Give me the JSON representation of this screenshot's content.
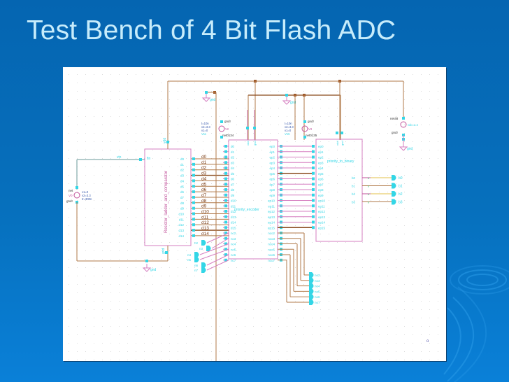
{
  "slide": {
    "title": "Test Bench of 4 Bit Flash ADC"
  },
  "colors": {
    "background": "#0670bd",
    "title_text": "#c7ecfb",
    "canvas": "#ffffff",
    "wire": "#b07a4a",
    "bus_wire": "#8a4a1c",
    "symbol_outline": "#d67fc0",
    "pin": "#33d6e6",
    "instance_text": "#c0509a",
    "net_label": "#7a3b12"
  },
  "schematic": {
    "blocks": {
      "resistor_ladder": {
        "name": "Resistor_ladder_and_comparator",
        "input_pin": "fin",
        "supply_pin": "vdd",
        "ground_pin": "gnd",
        "output_pins": [
          "d0",
          "d1",
          "d2",
          "d3",
          "d4",
          "d5",
          "d6",
          "d7",
          "d8",
          "d9",
          "d10",
          "d11",
          "d12",
          "d13",
          "d14"
        ]
      },
      "priority_encoder": {
        "name": "priority_encoder",
        "top_pins": [
          "vdd",
          "gnd"
        ],
        "input_pins": [
          "d0",
          "d1",
          "d2",
          "d3",
          "d4",
          "d5",
          "d6",
          "d7",
          "d8",
          "d9",
          "d10",
          "d11",
          "d12",
          "d13",
          "d14",
          "d15",
          "nc2",
          "nc3",
          "nc4",
          "nc5",
          "nc6",
          "nc7"
        ],
        "output_pins": [
          "ep0",
          "ep1",
          "ep2",
          "ep3",
          "ep4",
          "ep5",
          "ep6",
          "ep7",
          "ep8",
          "ep9",
          "ep10",
          "ep11",
          "ep12",
          "ep13",
          "ep14",
          "ep15",
          "nco2",
          "nco3",
          "nco4",
          "nco5",
          "nco6",
          "nco7"
        ]
      },
      "priority_to_binary": {
        "name": "priority_to_binary",
        "top_pins": [
          "vdd",
          "gnd"
        ],
        "input_pins": [
          "ep0",
          "ep1",
          "ep2",
          "ep3",
          "ep4",
          "ep5",
          "ep6",
          "ep7",
          "ep8",
          "ep9",
          "ep10",
          "ep11",
          "ep12",
          "ep13",
          "ep14",
          "ep15"
        ],
        "output_pins": [
          "b0",
          "b1",
          "b2",
          "b3"
        ]
      }
    },
    "net_labels": [
      "d0",
      "d1",
      "d2",
      "d3",
      "d4",
      "d5",
      "d6",
      "d7",
      "d8",
      "d9",
      "d10",
      "d11",
      "d12",
      "d13",
      "d14"
    ],
    "input_source": {
      "net": "vin",
      "instance": "V0",
      "params": [
        "v1=0",
        "v2=3.3",
        "tr=300n"
      ],
      "pos": "net",
      "neg": "gnd!"
    },
    "clock_source_1": {
      "instance": "V2",
      "params": [
        "t=10n",
        "v2=3.3",
        "v1=0"
      ],
      "neg": "V11",
      "pos_net": "net0134",
      "gnd": "gnd!"
    },
    "clock_source_2": {
      "instance": "V3",
      "params": [
        "t=10n",
        "v2=3.3",
        "v1=0"
      ],
      "neg": "V15",
      "pos_net": "net0135",
      "gnd": "gnd!"
    },
    "supply": {
      "instance": "V1",
      "value": "vdc=2.4",
      "pos_net": "net48",
      "neg_net": "gnd!",
      "gnd_label": "gnd"
    },
    "grounds": [
      "gnd",
      "gnd",
      "gnd",
      "gnd"
    ],
    "nc_inputs": [
      "n2",
      "n3",
      "n4",
      "n5",
      "n6",
      "n7"
    ],
    "nc_outputs": [
      "no2",
      "no3",
      "no4",
      "no5",
      "no6",
      "no7"
    ],
    "binary_outputs": [
      "b0",
      "b1",
      "b2",
      "b3"
    ],
    "binary_wire_labels": [
      "b",
      "b",
      "b",
      "b"
    ],
    "corner_marker": "o"
  }
}
